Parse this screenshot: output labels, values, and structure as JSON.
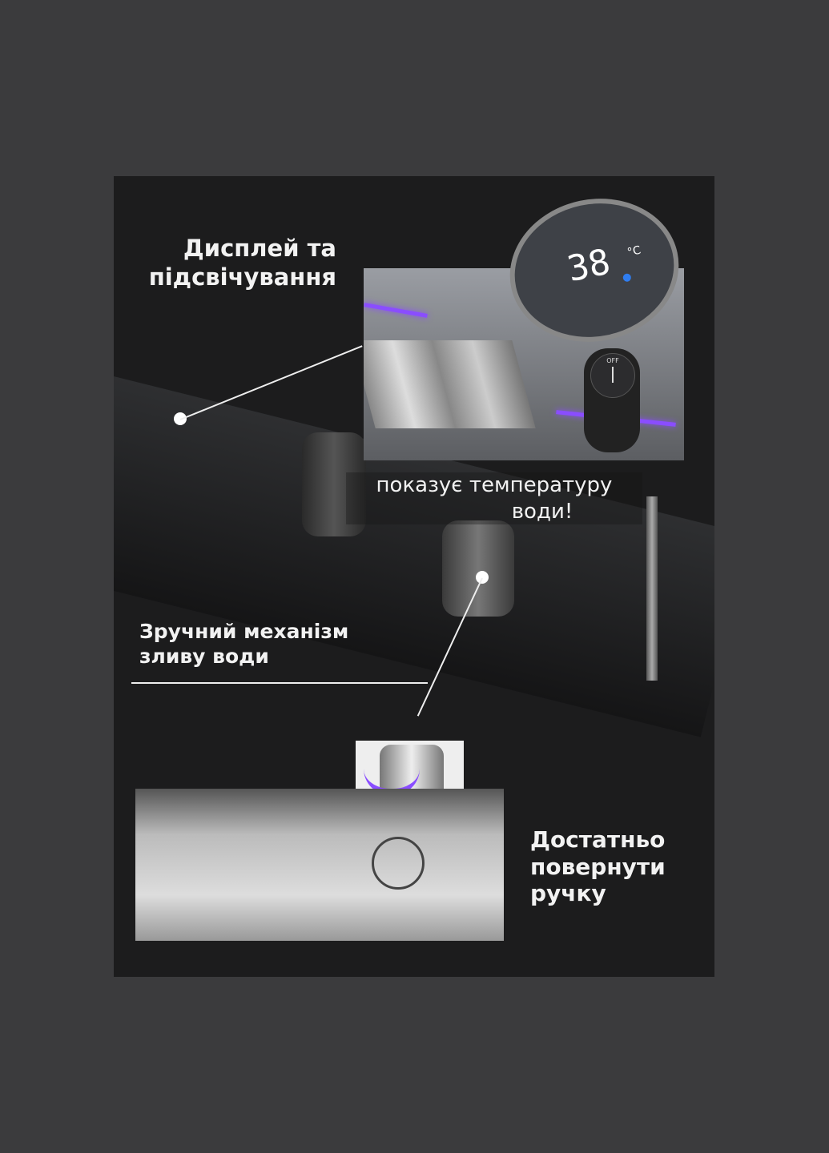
{
  "labels": {
    "display": [
      "Дисплей та",
      "підсвічування"
    ],
    "temperature": [
      "показує температуру",
      "води!"
    ],
    "drain": [
      "Зручний механізм",
      "зливу води"
    ],
    "handle": [
      "Достатньо",
      "повернути",
      "ручку"
    ]
  },
  "display_readout": {
    "value": "38",
    "unit": "°C",
    "knob_label": "OFF"
  },
  "colors": {
    "background": "#3b3b3d",
    "panel": "#1c1c1d",
    "accent_light": "#8a4dff",
    "water_drop": "#2f7df0"
  }
}
